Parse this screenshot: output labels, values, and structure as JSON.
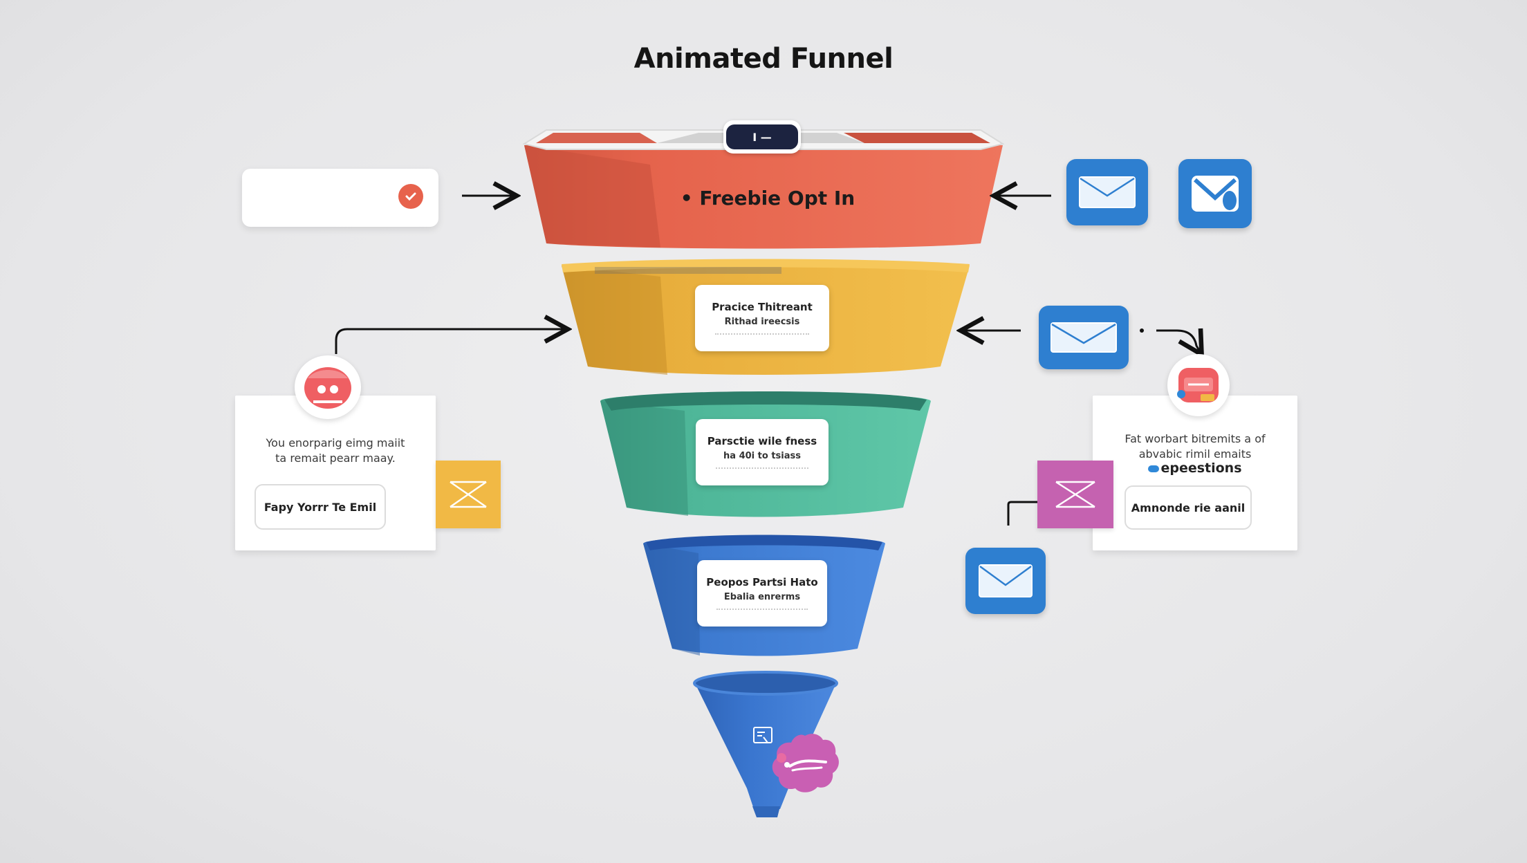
{
  "title": "Animated Funnel",
  "funnel": {
    "stages": [
      {
        "name": "stage-1",
        "label": "• Freebie Opt In",
        "color": "#e8664f"
      },
      {
        "name": "stage-2",
        "line1": "Pracice Thitreant",
        "line2": "Rithad ireecsis",
        "color": "#ecb23c"
      },
      {
        "name": "stage-3",
        "line1": "Parsctie wile fness",
        "line2": "ha 40i to tsiass",
        "color": "#4fba9c"
      },
      {
        "name": "stage-4",
        "line1": "Peopos Partsi Hato",
        "line2": "Ebalia enrerms",
        "color": "#3f7fd4"
      },
      {
        "name": "stage-5",
        "color": "#3a78d2"
      }
    ],
    "top_pill_text": "I —"
  },
  "left_panel": {
    "text_line1": "You enorparig eimg maiit",
    "text_line2": "ta remait pearr maay.",
    "button": "Fapy Yorrr Te Emil"
  },
  "right_panel": {
    "text_line1": "Fat worbart bitremits a of",
    "text_line2": "abvabic rimil emaits",
    "highlight": "epeestions",
    "button": "Amnonde rie aanil"
  },
  "colors": {
    "mail_blue": "#2e7fd0",
    "sticky_yellow": "#f1b945",
    "sticky_magenta": "#c562b0",
    "avatar_red": "#ef5f63",
    "check_orange": "#e7624c"
  },
  "icons": [
    "check-icon",
    "envelope-icon",
    "mail-app-icon",
    "avatar-icon",
    "bot-icon",
    "chat-bubble-icon",
    "funnel-doc-icon"
  ]
}
